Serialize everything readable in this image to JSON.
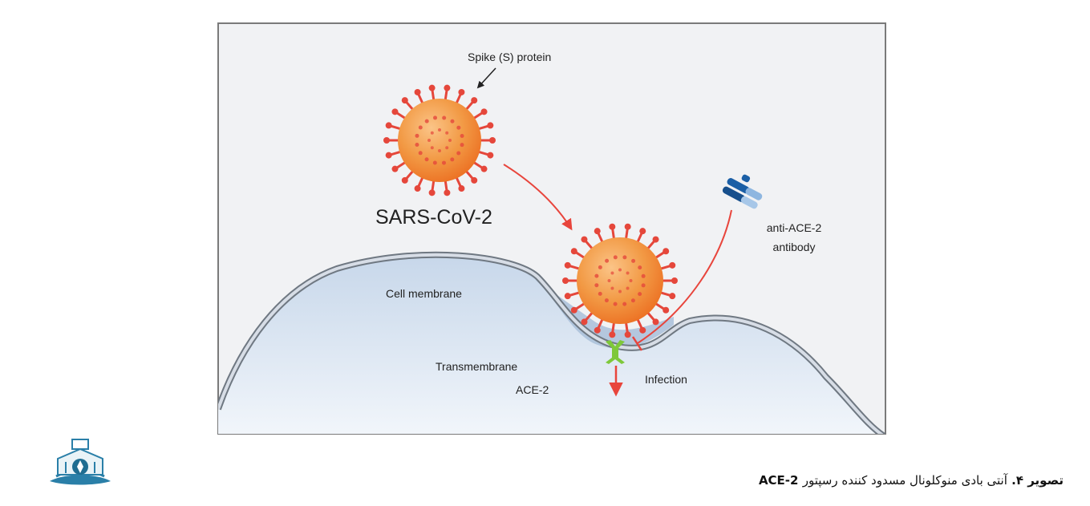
{
  "diagram": {
    "labels": {
      "spike": "Spike (S) protein",
      "virus": "SARS-CoV-2",
      "antibody_line1": "anti-ACE-2",
      "antibody_line2": "antibody",
      "membrane": "Cell membrane",
      "receptor_line1": "Transmembrane",
      "receptor_line2": "ACE-2",
      "infection": "Infection"
    },
    "colors": {
      "virus": "#f07e2c",
      "virus_highlight": "#f9b774",
      "spike": "#e5473b",
      "arrow": "#e8453c",
      "receptor": "#7ec83a",
      "antibody": "#1b5fa6",
      "cell_fill": "#dbe6f3",
      "membrane_stroke": "#767e88",
      "frame_bg": "#f1f2f4"
    }
  },
  "caption": {
    "prefix": "تصویر ۴.",
    "text": "آنتی بادی منوکلونال مسدود کننده رسپتور",
    "term": "ACE-2"
  },
  "logo": {
    "icon": "university-crest-icon"
  }
}
